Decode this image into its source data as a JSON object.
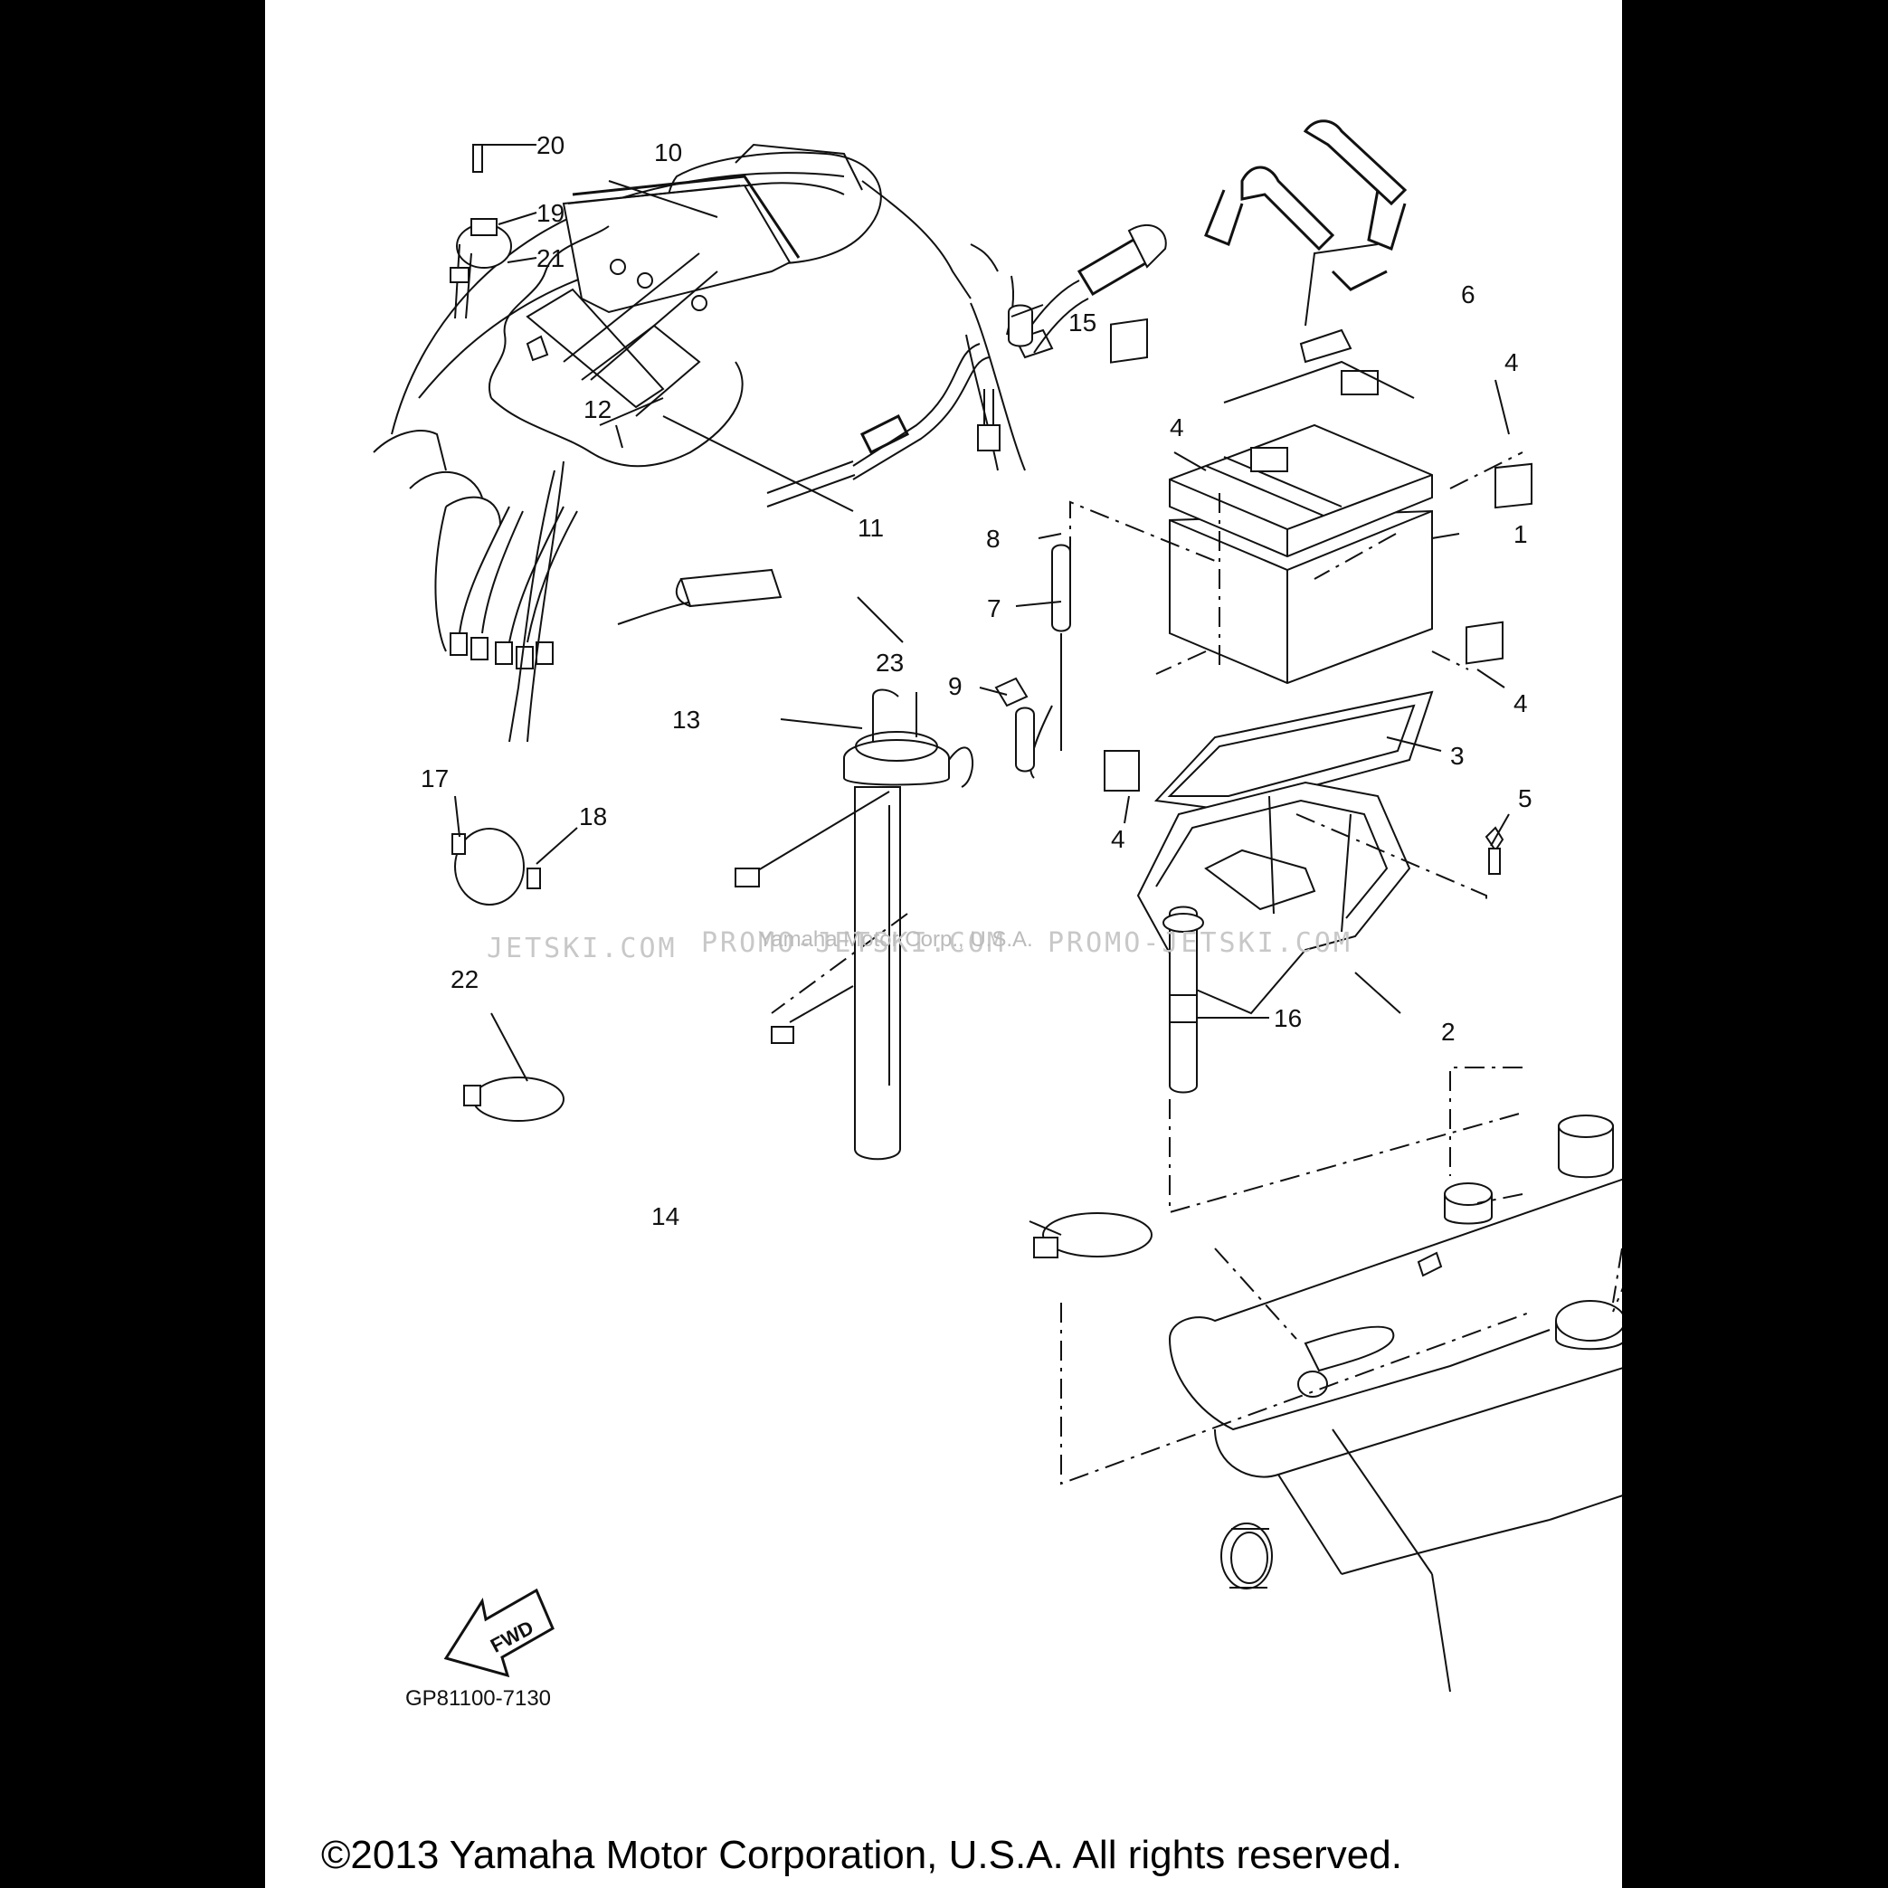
{
  "callouts": [
    {
      "id": "1",
      "text": "1"
    },
    {
      "id": "2",
      "text": "2"
    },
    {
      "id": "3",
      "text": "3"
    },
    {
      "id": "4a",
      "text": "4"
    },
    {
      "id": "4b",
      "text": "4"
    },
    {
      "id": "4c",
      "text": "4"
    },
    {
      "id": "4d",
      "text": "4"
    },
    {
      "id": "5",
      "text": "5"
    },
    {
      "id": "6",
      "text": "6"
    },
    {
      "id": "7",
      "text": "7"
    },
    {
      "id": "8",
      "text": "8"
    },
    {
      "id": "9",
      "text": "9"
    },
    {
      "id": "10",
      "text": "10"
    },
    {
      "id": "11",
      "text": "11"
    },
    {
      "id": "12",
      "text": "12"
    },
    {
      "id": "13",
      "text": "13"
    },
    {
      "id": "14",
      "text": "14"
    },
    {
      "id": "15",
      "text": "15"
    },
    {
      "id": "16",
      "text": "16"
    },
    {
      "id": "17",
      "text": "17"
    },
    {
      "id": "18",
      "text": "18"
    },
    {
      "id": "19",
      "text": "19"
    },
    {
      "id": "20",
      "text": "20"
    },
    {
      "id": "21",
      "text": "21"
    },
    {
      "id": "22",
      "text": "22"
    },
    {
      "id": "23",
      "text": "23"
    }
  ],
  "watermark": {
    "left": "JETSKI.COM",
    "middle": "PROMO-JETSKI.COM",
    "right": "PROMO-JETSKI.COM",
    "overlay": "Yamaha Motor Corp., U.S.A."
  },
  "fwd_label": "FWD",
  "diagram_code": "GP81100-7130",
  "copyright": "©2013 Yamaha Motor Corporation, U.S.A. All rights reserved.",
  "colors": {
    "page_border": "#000000",
    "paper": "#ffffff",
    "ink": "#111111",
    "watermark": "#c8c8c8"
  }
}
